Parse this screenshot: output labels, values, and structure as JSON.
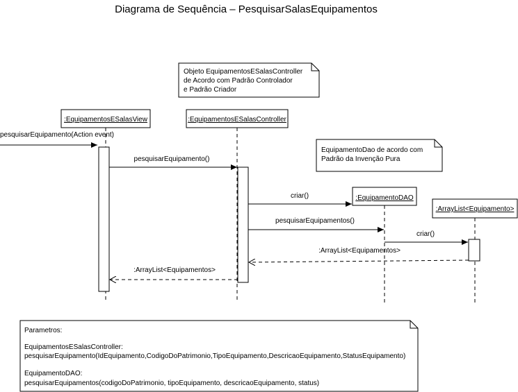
{
  "title": "Diagrama de Sequência – PesquisarSalasEquipamentos",
  "lifelines": [
    {
      "id": "view",
      "label": ":EquipamentosESalasView"
    },
    {
      "id": "controller",
      "label": ":EquipamentosESalasController"
    },
    {
      "id": "dao",
      "label": ":EquipamentoDAO"
    },
    {
      "id": "arraylist",
      "label": ":ArrayList<Equipamento>"
    }
  ],
  "messages": [
    {
      "id": "m1",
      "label": "pesquisarEquipamento(Action event)",
      "from": "external",
      "to": "view",
      "kind": "call"
    },
    {
      "id": "m2",
      "label": "pesquisarEquipamento()",
      "from": "view",
      "to": "controller",
      "kind": "call"
    },
    {
      "id": "m3",
      "label": "criar()",
      "from": "controller",
      "to": "dao",
      "kind": "create"
    },
    {
      "id": "m4",
      "label": "pesquisarEquipamentos()",
      "from": "controller",
      "to": "dao",
      "kind": "call"
    },
    {
      "id": "m5",
      "label": "criar()",
      "from": "dao",
      "to": "arraylist",
      "kind": "create"
    },
    {
      "id": "m6",
      "label": ":ArrayList<Equipamentos>",
      "from": "arraylist",
      "to": "controller",
      "kind": "return"
    },
    {
      "id": "m7",
      "label": ":ArrayList<Equipamentos>",
      "from": "controller",
      "to": "view",
      "kind": "return"
    }
  ],
  "notes": {
    "controller_note": [
      "Objeto EquipamentosESalasController",
      "de Acordo com Padrão Controlador",
      "e Padrão Criador"
    ],
    "dao_note": [
      "EquipamentoDao de acordo com",
      "Padrão da Invenção Pura"
    ],
    "parameters_note": [
      "Parametros:",
      "",
      "EquipamentosESalasController:",
      "pesquisarEquipamento(IdEquipamento,CodigoDoPatrimonio,TipoEquipamento,DescricaoEquipamento,StatusEquipamento)",
      "",
      "EquipamentoDAO:",
      "pesquisarEquipamentos(codigoDoPatrimonio, tipoEquipamento, descricaoEquipamento, status)"
    ]
  }
}
